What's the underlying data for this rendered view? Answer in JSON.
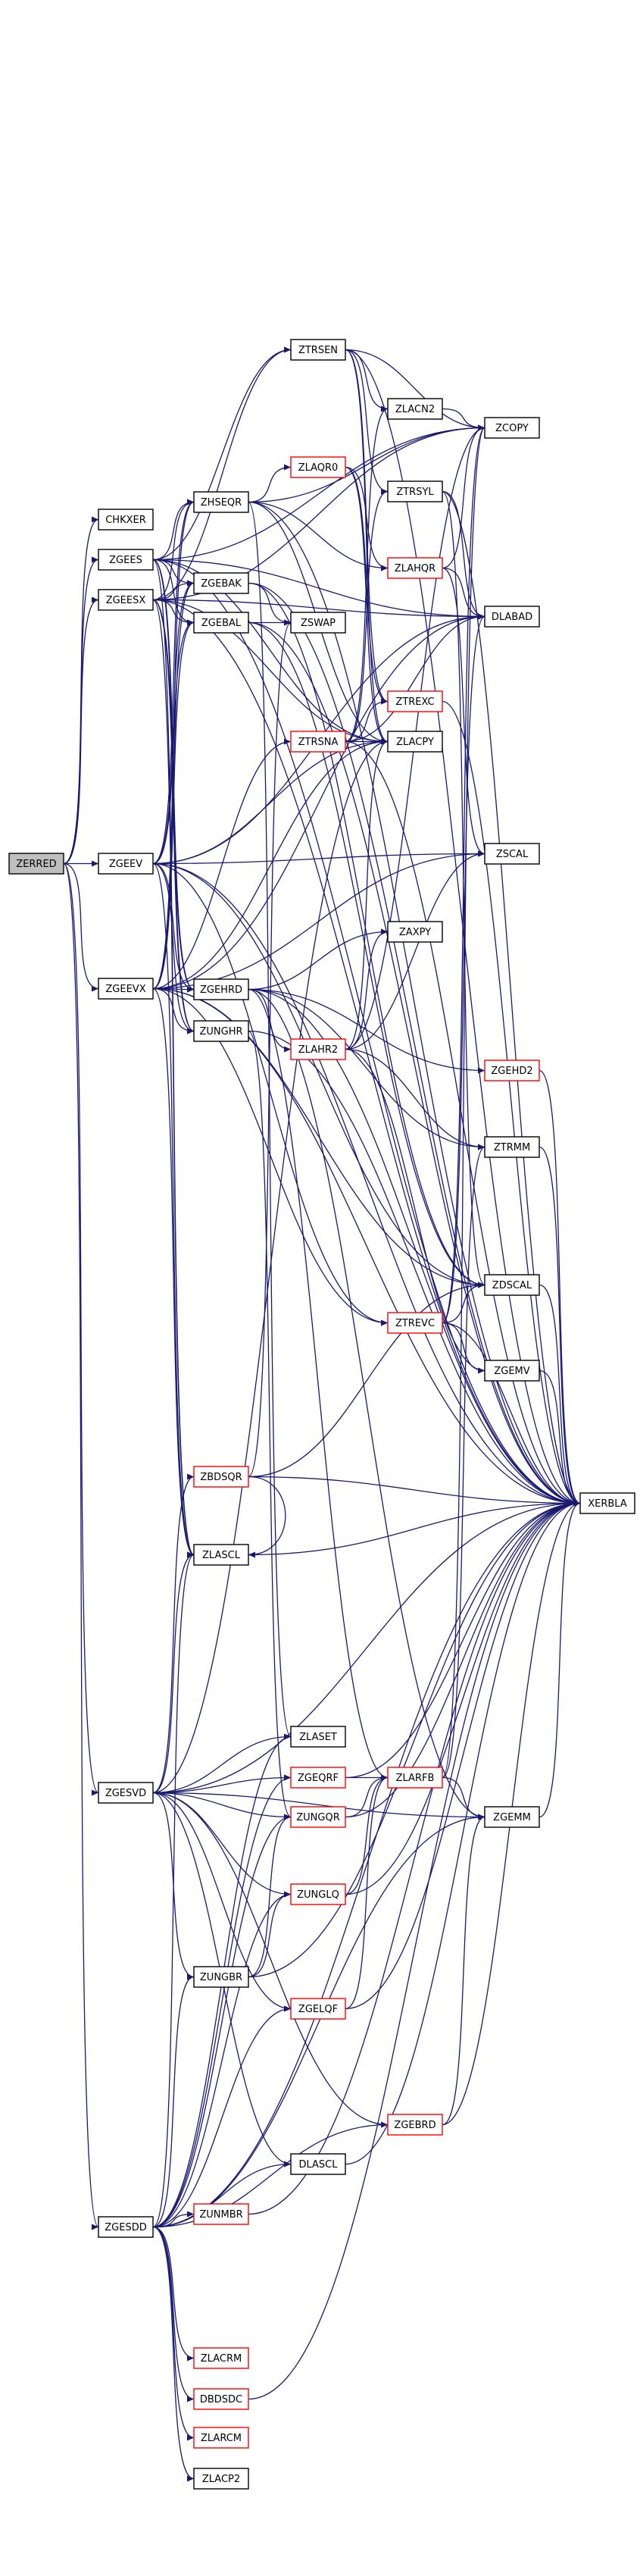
{
  "colors": {
    "edge": "#191970",
    "box_border_default": "#000000",
    "box_border_link": "#ff0000",
    "box_fill_default": "#ffffff",
    "box_fill_root": "#bfbfbf",
    "text": "#000000"
  },
  "nodes": [
    {
      "id": "ZERRED",
      "label": "ZERRED",
      "style": "root"
    },
    {
      "id": "CHKXER",
      "label": "CHKXER",
      "style": "default"
    },
    {
      "id": "ZGEES",
      "label": "ZGEES",
      "style": "default"
    },
    {
      "id": "ZGEESX",
      "label": "ZGEESX",
      "style": "default"
    },
    {
      "id": "ZGEEV",
      "label": "ZGEEV",
      "style": "default"
    },
    {
      "id": "ZGEEVX",
      "label": "ZGEEVX",
      "style": "default"
    },
    {
      "id": "ZGESVD",
      "label": "ZGESVD",
      "style": "default"
    },
    {
      "id": "ZGESDD",
      "label": "ZGESDD",
      "style": "default"
    },
    {
      "id": "ZHSEQR",
      "label": "ZHSEQR",
      "style": "default"
    },
    {
      "id": "ZGEBAK",
      "label": "ZGEBAK",
      "style": "default"
    },
    {
      "id": "ZGEBAL",
      "label": "ZGEBAL",
      "style": "default"
    },
    {
      "id": "ZGEHRD",
      "label": "ZGEHRD",
      "style": "default"
    },
    {
      "id": "ZUNGHR",
      "label": "ZUNGHR",
      "style": "default"
    },
    {
      "id": "ZBDSQR",
      "label": "ZBDSQR",
      "style": "link"
    },
    {
      "id": "ZLASCL",
      "label": "ZLASCL",
      "style": "default"
    },
    {
      "id": "ZUNGBR",
      "label": "ZUNGBR",
      "style": "default"
    },
    {
      "id": "ZUNMBR",
      "label": "ZUNMBR",
      "style": "link"
    },
    {
      "id": "ZLACRM",
      "label": "ZLACRM",
      "style": "link"
    },
    {
      "id": "DBDSDC",
      "label": "DBDSDC",
      "style": "link"
    },
    {
      "id": "ZLARCM",
      "label": "ZLARCM",
      "style": "link"
    },
    {
      "id": "ZLACP2",
      "label": "ZLACP2",
      "style": "default"
    },
    {
      "id": "ZTRSEN",
      "label": "ZTRSEN",
      "style": "default"
    },
    {
      "id": "ZLAQR0",
      "label": "ZLAQR0",
      "style": "link"
    },
    {
      "id": "ZSWAP",
      "label": "ZSWAP",
      "style": "default"
    },
    {
      "id": "ZTRSNA",
      "label": "ZTRSNA",
      "style": "link"
    },
    {
      "id": "ZLAHR2",
      "label": "ZLAHR2",
      "style": "link"
    },
    {
      "id": "ZLASET",
      "label": "ZLASET",
      "style": "default"
    },
    {
      "id": "ZGEQRF",
      "label": "ZGEQRF",
      "style": "link"
    },
    {
      "id": "ZUNGQR",
      "label": "ZUNGQR",
      "style": "link"
    },
    {
      "id": "ZUNGLQ",
      "label": "ZUNGLQ",
      "style": "link"
    },
    {
      "id": "ZGELQF",
      "label": "ZGELQF",
      "style": "link"
    },
    {
      "id": "DLASCL",
      "label": "DLASCL",
      "style": "default"
    },
    {
      "id": "ZLACN2",
      "label": "ZLACN2",
      "style": "default"
    },
    {
      "id": "ZTRSYL",
      "label": "ZTRSYL",
      "style": "default"
    },
    {
      "id": "ZLAHQR",
      "label": "ZLAHQR",
      "style": "link"
    },
    {
      "id": "ZTREXC",
      "label": "ZTREXC",
      "style": "link"
    },
    {
      "id": "ZLACPY",
      "label": "ZLACPY",
      "style": "default"
    },
    {
      "id": "ZAXPY",
      "label": "ZAXPY",
      "style": "default"
    },
    {
      "id": "ZTREVC",
      "label": "ZTREVC",
      "style": "link"
    },
    {
      "id": "ZLARFB",
      "label": "ZLARFB",
      "style": "link"
    },
    {
      "id": "ZGEBRD",
      "label": "ZGEBRD",
      "style": "link"
    },
    {
      "id": "ZCOPY",
      "label": "ZCOPY",
      "style": "default"
    },
    {
      "id": "DLABAD",
      "label": "DLABAD",
      "style": "default"
    },
    {
      "id": "ZSCAL",
      "label": "ZSCAL",
      "style": "default"
    },
    {
      "id": "ZGEHD2",
      "label": "ZGEHD2",
      "style": "link"
    },
    {
      "id": "ZTRMM",
      "label": "ZTRMM",
      "style": "default"
    },
    {
      "id": "ZDSCAL",
      "label": "ZDSCAL",
      "style": "default"
    },
    {
      "id": "ZGEMV",
      "label": "ZGEMV",
      "style": "default"
    },
    {
      "id": "ZGEMM",
      "label": "ZGEMM",
      "style": "default"
    },
    {
      "id": "XERBLA",
      "label": "XERBLA",
      "style": "default"
    }
  ],
  "edges": [
    [
      "ZERRED",
      "CHKXER"
    ],
    [
      "ZERRED",
      "ZGEES"
    ],
    [
      "ZERRED",
      "ZGEESX"
    ],
    [
      "ZERRED",
      "ZGEEV"
    ],
    [
      "ZERRED",
      "ZGEEVX"
    ],
    [
      "ZERRED",
      "ZGESVD"
    ],
    [
      "ZERRED",
      "ZGESDD"
    ],
    [
      "ZGEES",
      "ZHSEQR"
    ],
    [
      "ZGEES",
      "ZGEBAK"
    ],
    [
      "ZGEES",
      "ZGEBAL"
    ],
    [
      "ZGEES",
      "ZGEHRD"
    ],
    [
      "ZGEES",
      "ZUNGHR"
    ],
    [
      "ZGEES",
      "ZLASCL"
    ],
    [
      "ZGEES",
      "ZLACPY"
    ],
    [
      "ZGEES",
      "ZCOPY"
    ],
    [
      "ZGEES",
      "ZTRSEN"
    ],
    [
      "ZGEES",
      "DLABAD"
    ],
    [
      "ZGEES",
      "XERBLA"
    ],
    [
      "ZGEESX",
      "ZHSEQR"
    ],
    [
      "ZGEESX",
      "ZGEBAK"
    ],
    [
      "ZGEESX",
      "ZGEBAL"
    ],
    [
      "ZGEESX",
      "ZGEHRD"
    ],
    [
      "ZGEESX",
      "ZUNGHR"
    ],
    [
      "ZGEESX",
      "ZLASCL"
    ],
    [
      "ZGEESX",
      "ZLACPY"
    ],
    [
      "ZGEESX",
      "ZCOPY"
    ],
    [
      "ZGEESX",
      "ZTRSEN"
    ],
    [
      "ZGEESX",
      "DLABAD"
    ],
    [
      "ZGEESX",
      "XERBLA"
    ],
    [
      "ZGEEV",
      "ZHSEQR"
    ],
    [
      "ZGEEV",
      "ZGEBAK"
    ],
    [
      "ZGEEV",
      "ZGEBAL"
    ],
    [
      "ZGEEV",
      "ZGEHRD"
    ],
    [
      "ZGEEV",
      "ZUNGHR"
    ],
    [
      "ZGEEV",
      "ZLASCL"
    ],
    [
      "ZGEEV",
      "ZLACPY"
    ],
    [
      "ZGEEV",
      "ZTREVC"
    ],
    [
      "ZGEEV",
      "ZDSCAL"
    ],
    [
      "ZGEEV",
      "ZSCAL"
    ],
    [
      "ZGEEV",
      "DLABAD"
    ],
    [
      "ZGEEV",
      "XERBLA"
    ],
    [
      "ZGEEVX",
      "ZHSEQR"
    ],
    [
      "ZGEEVX",
      "ZGEBAK"
    ],
    [
      "ZGEEVX",
      "ZGEBAL"
    ],
    [
      "ZGEEVX",
      "ZGEHRD"
    ],
    [
      "ZGEEVX",
      "ZUNGHR"
    ],
    [
      "ZGEEVX",
      "ZLASCL"
    ],
    [
      "ZGEEVX",
      "ZLACPY"
    ],
    [
      "ZGEEVX",
      "ZTREVC"
    ],
    [
      "ZGEEVX",
      "ZTRSNA"
    ],
    [
      "ZGEEVX",
      "ZDSCAL"
    ],
    [
      "ZGEEVX",
      "ZSCAL"
    ],
    [
      "ZGEEVX",
      "DLABAD"
    ],
    [
      "ZGEEVX",
      "XERBLA"
    ],
    [
      "ZGESVD",
      "ZBDSQR"
    ],
    [
      "ZGESVD",
      "ZLASCL"
    ],
    [
      "ZGESVD",
      "ZLASET"
    ],
    [
      "ZGESVD",
      "ZGEQRF"
    ],
    [
      "ZGESVD",
      "ZUNGQR"
    ],
    [
      "ZGESVD",
      "ZUNGLQ"
    ],
    [
      "ZGESVD",
      "ZGELQF"
    ],
    [
      "ZGESVD",
      "ZUNGBR"
    ],
    [
      "ZGESVD",
      "DLASCL"
    ],
    [
      "ZGESVD",
      "ZGEBRD"
    ],
    [
      "ZGESVD",
      "ZGEMM"
    ],
    [
      "ZGESVD",
      "ZLACPY"
    ],
    [
      "ZGESVD",
      "XERBLA"
    ],
    [
      "ZGESDD",
      "ZLASCL"
    ],
    [
      "ZGESDD",
      "ZLASET"
    ],
    [
      "ZGESDD",
      "ZGEQRF"
    ],
    [
      "ZGESDD",
      "ZUNGQR"
    ],
    [
      "ZGESDD",
      "ZUNGLQ"
    ],
    [
      "ZGESDD",
      "ZGELQF"
    ],
    [
      "ZGESDD",
      "ZUNGBR"
    ],
    [
      "ZGESDD",
      "DLASCL"
    ],
    [
      "ZGESDD",
      "ZGEBRD"
    ],
    [
      "ZGESDD",
      "ZGEMM"
    ],
    [
      "ZGESDD",
      "ZUNMBR"
    ],
    [
      "ZGESDD",
      "ZLACRM"
    ],
    [
      "ZGESDD",
      "DBDSDC"
    ],
    [
      "ZGESDD",
      "ZLARCM"
    ],
    [
      "ZGESDD",
      "ZLACP2"
    ],
    [
      "ZGESDD",
      "XERBLA"
    ],
    [
      "ZHSEQR",
      "ZLAQR0"
    ],
    [
      "ZHSEQR",
      "ZLAHQR"
    ],
    [
      "ZHSEQR",
      "ZCOPY"
    ],
    [
      "ZHSEQR",
      "ZLACPY"
    ],
    [
      "ZHSEQR",
      "ZLASET"
    ],
    [
      "ZHSEQR",
      "XERBLA"
    ],
    [
      "ZGEBAK",
      "ZDSCAL"
    ],
    [
      "ZGEBAK",
      "ZSWAP"
    ],
    [
      "ZGEBAK",
      "XERBLA"
    ],
    [
      "ZGEBAL",
      "ZDSCAL"
    ],
    [
      "ZGEBAL",
      "ZSWAP"
    ],
    [
      "ZGEBAL",
      "XERBLA"
    ],
    [
      "ZGEHRD",
      "ZGEHD2"
    ],
    [
      "ZGEHRD",
      "ZLAHR2"
    ],
    [
      "ZGEHRD",
      "ZLARFB"
    ],
    [
      "ZGEHRD",
      "ZGEMM"
    ],
    [
      "ZGEHRD",
      "ZTRMM"
    ],
    [
      "ZGEHRD",
      "ZAXPY"
    ],
    [
      "ZGEHRD",
      "XERBLA"
    ],
    [
      "ZUNGHR",
      "ZUNGQR"
    ],
    [
      "ZUNGHR",
      "XERBLA"
    ],
    [
      "ZBDSQR",
      "ZDSCAL"
    ],
    [
      "ZBDSQR",
      "ZSWAP"
    ],
    [
      "ZBDSQR",
      "ZLASCL"
    ],
    [
      "ZBDSQR",
      "XERBLA"
    ],
    [
      "ZLASCL",
      "XERBLA"
    ],
    [
      "ZUNGBR",
      "ZUNGQR"
    ],
    [
      "ZUNGBR",
      "ZUNGLQ"
    ],
    [
      "ZUNGBR",
      "XERBLA"
    ],
    [
      "ZUNMBR",
      "XERBLA"
    ],
    [
      "DBDSDC",
      "XERBLA"
    ],
    [
      "ZTRSEN",
      "ZLACN2"
    ],
    [
      "ZTRSEN",
      "ZTRSYL"
    ],
    [
      "ZTRSEN",
      "ZTREXC"
    ],
    [
      "ZTRSEN",
      "ZLACPY"
    ],
    [
      "ZTRSEN",
      "ZCOPY"
    ],
    [
      "ZTRSEN",
      "XERBLA"
    ],
    [
      "ZLAQR0",
      "ZLAHQR"
    ],
    [
      "ZLAQR0",
      "ZLACPY"
    ],
    [
      "ZLAQR0",
      "ZTREXC"
    ],
    [
      "ZTRSNA",
      "ZLACN2"
    ],
    [
      "ZTRSNA",
      "ZTRSYL"
    ],
    [
      "ZTRSNA",
      "ZTREXC"
    ],
    [
      "ZTRSNA",
      "ZLACPY"
    ],
    [
      "ZTRSNA",
      "DLABAD"
    ],
    [
      "ZTRSNA",
      "XERBLA"
    ],
    [
      "ZLAHR2",
      "ZLACPY"
    ],
    [
      "ZLAHR2",
      "ZAXPY"
    ],
    [
      "ZLAHR2",
      "ZSCAL"
    ],
    [
      "ZLAHR2",
      "ZTRMM"
    ],
    [
      "ZLAHR2",
      "ZGEMV"
    ],
    [
      "ZLAHR2",
      "ZCOPY"
    ],
    [
      "ZGEQRF",
      "ZLARFB"
    ],
    [
      "ZGEQRF",
      "XERBLA"
    ],
    [
      "ZUNGQR",
      "ZLARFB"
    ],
    [
      "ZUNGQR",
      "XERBLA"
    ],
    [
      "ZUNGLQ",
      "ZLARFB"
    ],
    [
      "ZUNGLQ",
      "XERBLA"
    ],
    [
      "ZGELQF",
      "ZLARFB"
    ],
    [
      "ZGELQF",
      "XERBLA"
    ],
    [
      "DLASCL",
      "XERBLA"
    ],
    [
      "ZLACN2",
      "ZCOPY"
    ],
    [
      "ZTRSYL",
      "DLABAD"
    ],
    [
      "ZTRSYL",
      "ZDSCAL"
    ],
    [
      "ZTRSYL",
      "XERBLA"
    ],
    [
      "ZLAHQR",
      "ZCOPY"
    ],
    [
      "ZLAHQR",
      "DLABAD"
    ],
    [
      "ZLAHQR",
      "ZSCAL"
    ],
    [
      "ZTREXC",
      "XERBLA"
    ],
    [
      "ZTREVC",
      "ZCOPY"
    ],
    [
      "ZTREVC",
      "DLABAD"
    ],
    [
      "ZTREVC",
      "ZDSCAL"
    ],
    [
      "ZTREVC",
      "ZGEMV"
    ],
    [
      "ZTREVC",
      "XERBLA"
    ],
    [
      "ZLARFB",
      "ZGEMM"
    ],
    [
      "ZLARFB",
      "ZCOPY"
    ],
    [
      "ZLARFB",
      "ZTRMM"
    ],
    [
      "ZGEBRD",
      "ZGEMM"
    ],
    [
      "ZGEBRD",
      "XERBLA"
    ],
    [
      "ZGEHD2",
      "XERBLA"
    ],
    [
      "ZTRMM",
      "XERBLA"
    ],
    [
      "ZDSCAL",
      "XERBLA"
    ],
    [
      "ZGEMV",
      "XERBLA"
    ],
    [
      "ZGEMM",
      "XERBLA"
    ]
  ]
}
